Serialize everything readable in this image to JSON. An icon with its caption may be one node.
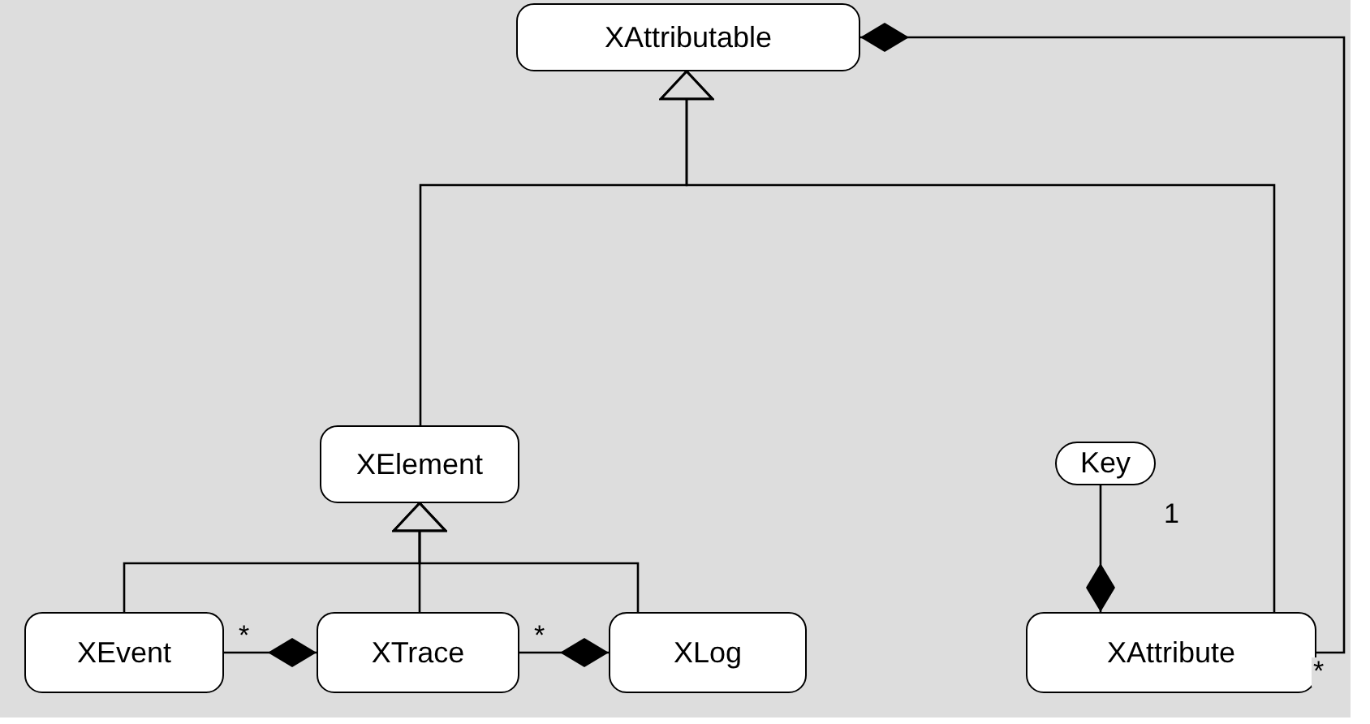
{
  "diagram": {
    "nodes": [
      {
        "text": [
          "XAttributable"
        ]
      },
      {
        "text": [
          "XElement"
        ]
      },
      {
        "text": [
          "XEvent"
        ]
      },
      {
        "text": [
          "XTrace"
        ]
      },
      {
        "text": [
          "XLog"
        ]
      },
      {
        "text": [
          "Key"
        ]
      },
      {
        "text": [
          "XAttribute"
        ]
      }
    ],
    "edges": [
      {
        "from": 1,
        "to": 0,
        "arrow": "to"
      },
      {
        "from": 6,
        "to": 0,
        "arrow": "to"
      },
      {
        "from": 2,
        "to": 1,
        "arrow": "to"
      },
      {
        "from": 3,
        "to": 1,
        "arrow": "to"
      },
      {
        "from": 4,
        "to": 1,
        "arrow": "to"
      },
      {
        "from": 3,
        "to": 2,
        "arrow": "other",
        "label": "*"
      },
      {
        "from": 4,
        "to": 3,
        "arrow": "other",
        "label": "*"
      },
      {
        "from": 6,
        "to": 5,
        "arrow": "other",
        "label": "1"
      },
      {
        "from": 0,
        "to": 6,
        "arrow": "other",
        "label": "*"
      }
    ]
  }
}
